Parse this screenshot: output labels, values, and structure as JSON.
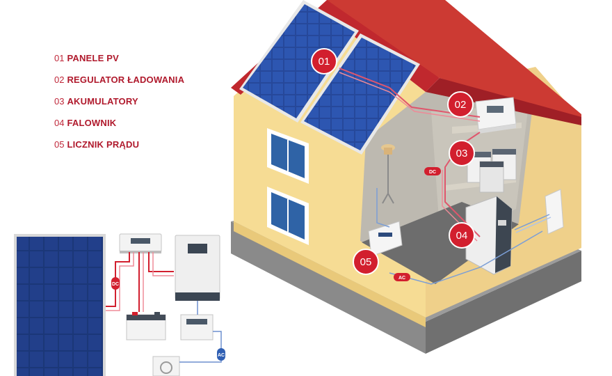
{
  "legend": [
    {
      "number": "01",
      "label": "PANELE PV"
    },
    {
      "number": "02",
      "label": "REGULATOR ŁADOWANIA"
    },
    {
      "number": "03",
      "label": "AKUMULATORY"
    },
    {
      "number": "04",
      "label": "FALOWNIK"
    },
    {
      "number": "05",
      "label": "LICZNIK PRĄDU"
    }
  ],
  "markers": [
    "01",
    "02",
    "03",
    "04",
    "05"
  ],
  "current_tags": {
    "dc": "DC",
    "ac": "AC"
  },
  "colors": {
    "accent": "#d21f2e",
    "roof": "#c0282e",
    "wall": "#f6dc94",
    "panel": "#1f3f86",
    "floor": "#6d6d6d"
  }
}
